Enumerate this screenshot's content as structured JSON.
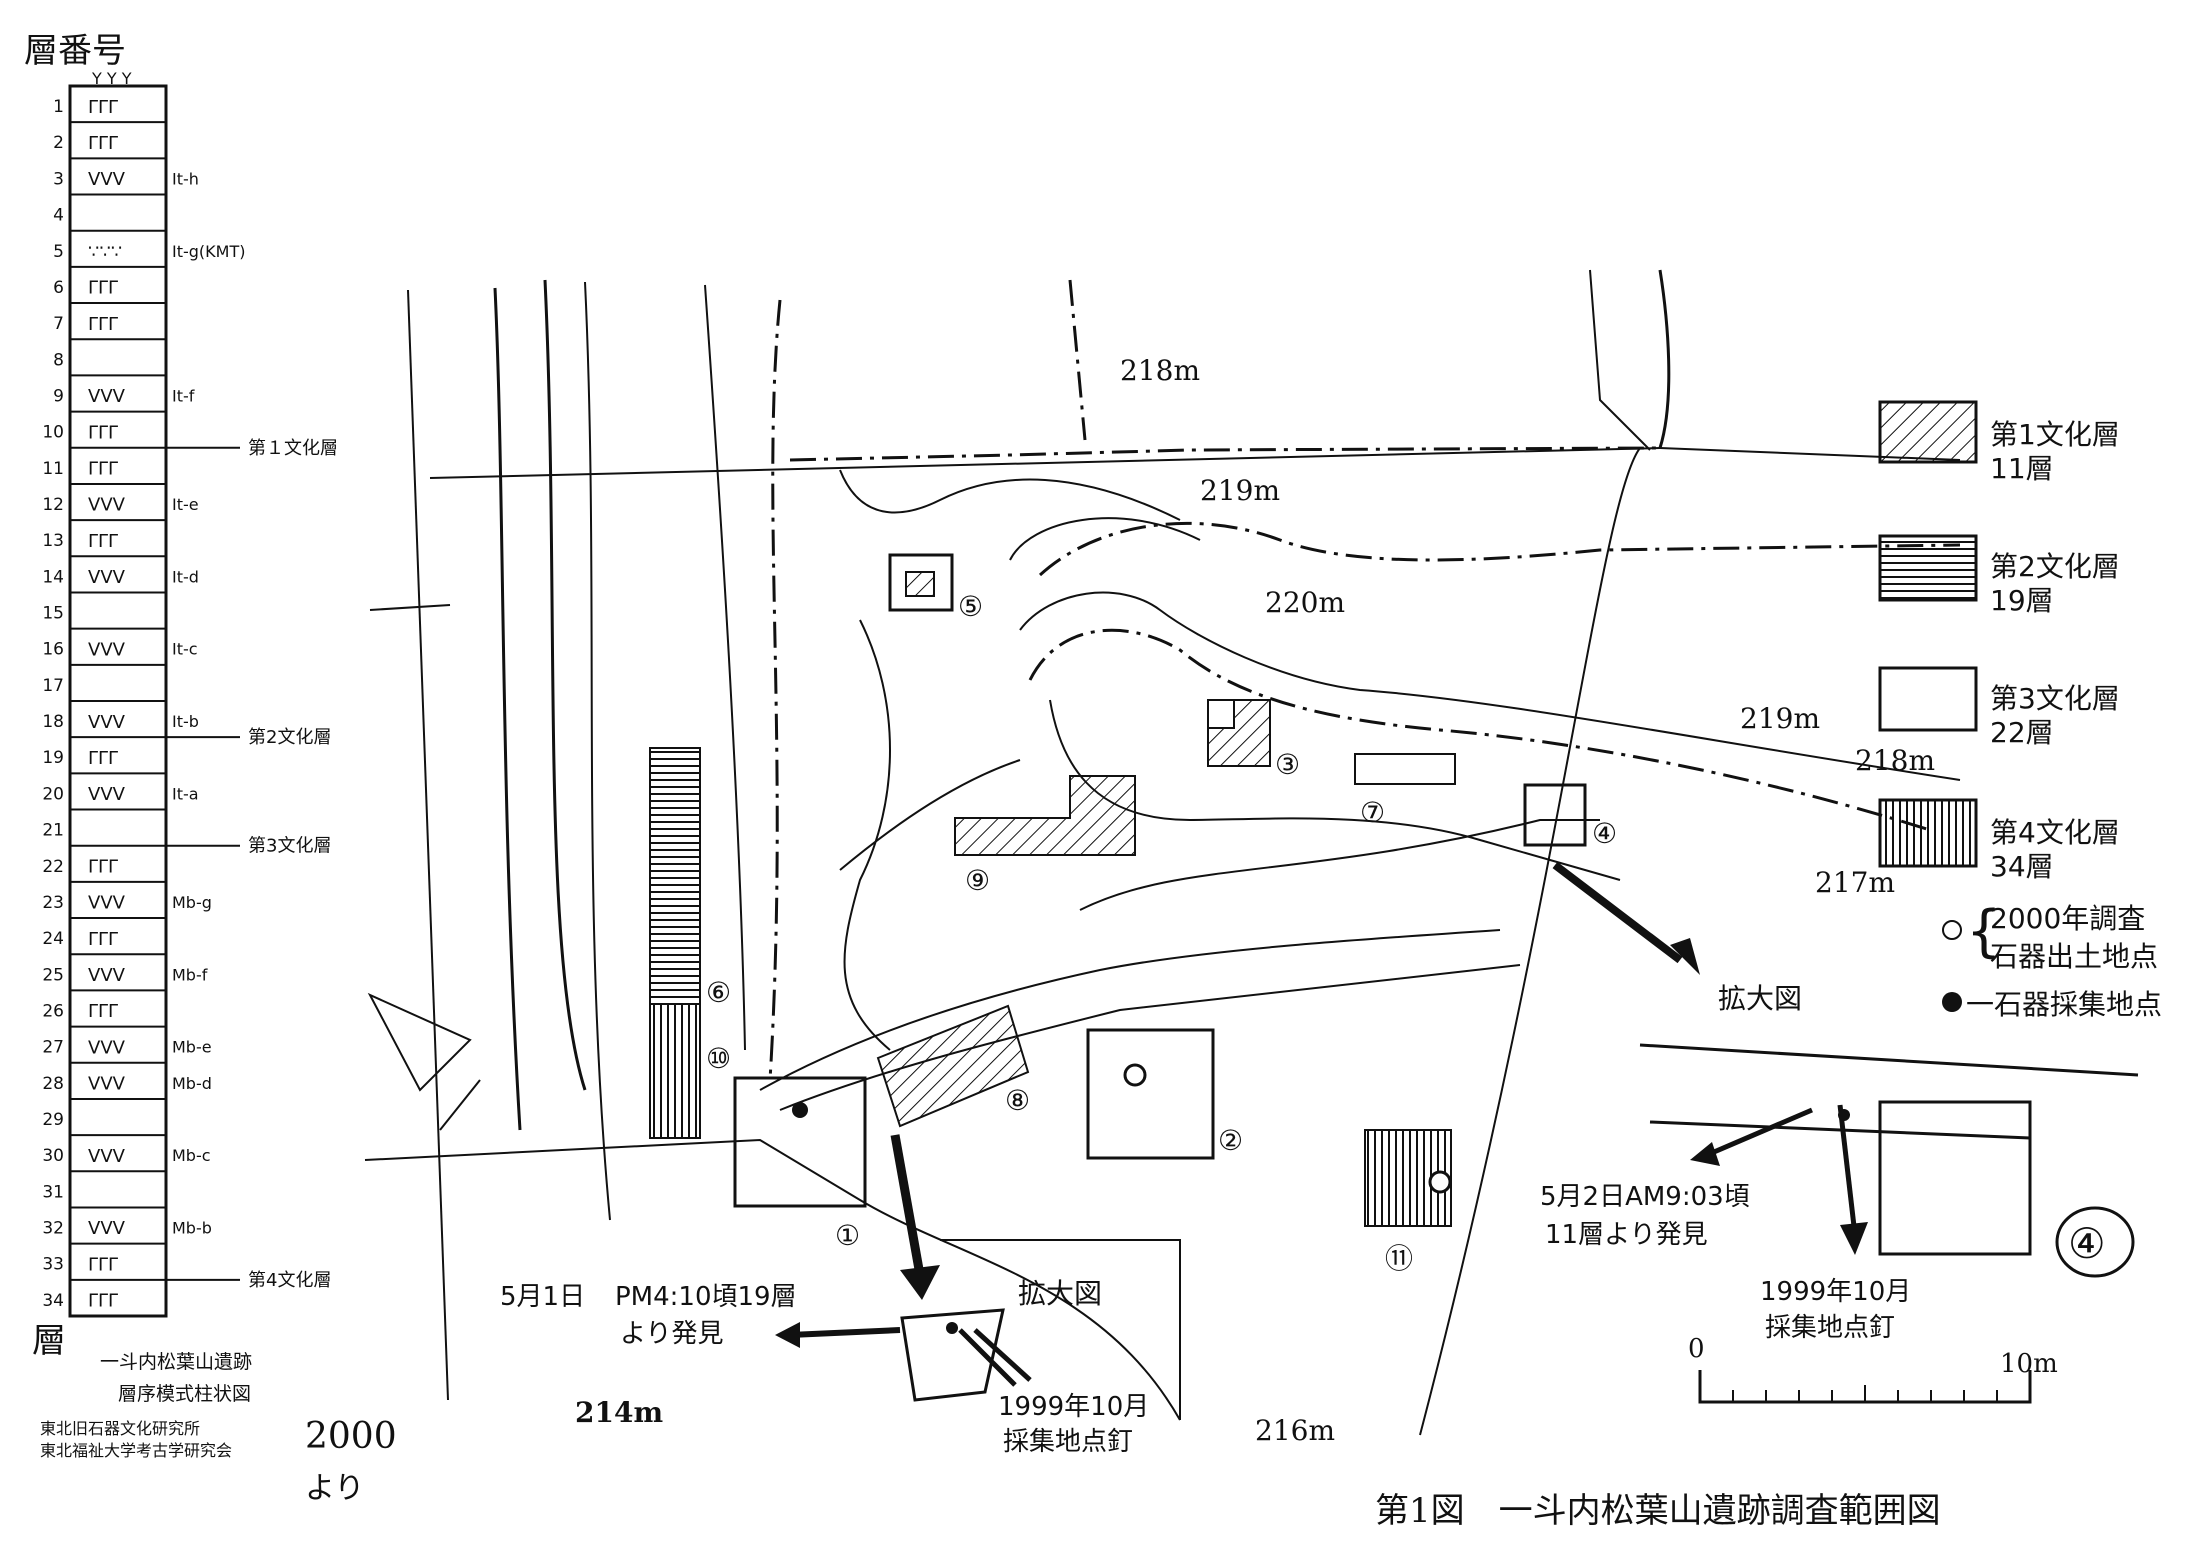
{
  "column": {
    "title": "層番号",
    "footer_char": "層",
    "caption_line1": "一斗内松葉山遺跡",
    "caption_line2": "層序模式柱状図",
    "source_line1": "東北旧石器文化研究所",
    "source_line2": "東北福祉大学考古学研究会",
    "source_year": "2000",
    "source_suffix": "より",
    "layers": [
      {
        "n": "1",
        "sym": "ΓΓΓ",
        "tag": ""
      },
      {
        "n": "2",
        "sym": "ΓΓΓ",
        "tag": ""
      },
      {
        "n": "3",
        "sym": "VVV",
        "tag": "It-h"
      },
      {
        "n": "4",
        "sym": "",
        "tag": ""
      },
      {
        "n": "5",
        "sym": "∵∵∵",
        "tag": "It-g(KMT)"
      },
      {
        "n": "6",
        "sym": "ΓΓΓ",
        "tag": ""
      },
      {
        "n": "7",
        "sym": "ΓΓΓ",
        "tag": ""
      },
      {
        "n": "8",
        "sym": "",
        "tag": ""
      },
      {
        "n": "9",
        "sym": "VVV",
        "tag": "It-f"
      },
      {
        "n": "10",
        "sym": "ΓΓΓ",
        "tag": ""
      },
      {
        "n": "11",
        "sym": "ΓΓΓ",
        "tag": ""
      },
      {
        "n": "12",
        "sym": "VVV",
        "tag": "It-e"
      },
      {
        "n": "13",
        "sym": "ΓΓΓ",
        "tag": ""
      },
      {
        "n": "14",
        "sym": "VVV",
        "tag": "It-d"
      },
      {
        "n": "15",
        "sym": "",
        "tag": ""
      },
      {
        "n": "16",
        "sym": "VVV",
        "tag": "It-c"
      },
      {
        "n": "17",
        "sym": "",
        "tag": ""
      },
      {
        "n": "18",
        "sym": "VVV",
        "tag": "It-b"
      },
      {
        "n": "19",
        "sym": "ΓΓΓ",
        "tag": ""
      },
      {
        "n": "20",
        "sym": "VVV",
        "tag": "It-a"
      },
      {
        "n": "21",
        "sym": "",
        "tag": ""
      },
      {
        "n": "22",
        "sym": "ΓΓΓ",
        "tag": ""
      },
      {
        "n": "23",
        "sym": "VVV",
        "tag": "Mb-g"
      },
      {
        "n": "24",
        "sym": "ΓΓΓ",
        "tag": ""
      },
      {
        "n": "25",
        "sym": "VVV",
        "tag": "Mb-f"
      },
      {
        "n": "26",
        "sym": "ΓΓΓ",
        "tag": ""
      },
      {
        "n": "27",
        "sym": "VVV",
        "tag": "Mb-e"
      },
      {
        "n": "28",
        "sym": "VVV",
        "tag": "Mb-d"
      },
      {
        "n": "29",
        "sym": "",
        "tag": ""
      },
      {
        "n": "30",
        "sym": "VVV",
        "tag": "Mb-c"
      },
      {
        "n": "31",
        "sym": "",
        "tag": ""
      },
      {
        "n": "32",
        "sym": "VVV",
        "tag": "Mb-b"
      },
      {
        "n": "33",
        "sym": "ΓΓΓ",
        "tag": ""
      },
      {
        "n": "34",
        "sym": "ΓΓΓ",
        "tag": ""
      }
    ],
    "culture_markers": [
      {
        "after_layer": "10",
        "label": "第１文化層"
      },
      {
        "after_layer": "18",
        "label": "第2文化層"
      },
      {
        "after_layer": "21",
        "label": "第3文化層"
      },
      {
        "after_layer": "33",
        "label": "第4文化層"
      }
    ]
  },
  "map": {
    "contours": {
      "c218_top": "218m",
      "c219_top": "219m",
      "c220": "220m",
      "c219_right": "219m",
      "c218_right": "218m",
      "c217": "217m",
      "c214": "214m",
      "c216": "216m"
    },
    "trenches": {
      "t1": "①",
      "t2": "②",
      "t3": "③",
      "t4": "④",
      "t5": "⑤",
      "t6": "⑥",
      "t7": "⑦",
      "t8": "⑧",
      "t9": "⑨",
      "t10": "⑩",
      "t11": "⑪"
    },
    "notes": {
      "note_left_1": "5月1日",
      "note_left_2": "PM4:10頃19層",
      "note_left_3": "より発見",
      "enlarge_left": "拡大図",
      "nail_left_1": "1999年10月",
      "nail_left_2": "採集地点釘",
      "enlarge_right": "拡大図",
      "note_right_1": "5月2日AM9:03頃",
      "note_right_2": "11層より発見",
      "nail_right_1": "1999年10月",
      "nail_right_2": "採集地点釘",
      "inset_label": "④"
    },
    "scale": {
      "zero": "0",
      "end": "10m"
    },
    "caption": "第1図　一斗内松葉山遺跡調査範囲図"
  },
  "legend": {
    "items": [
      {
        "line1": "第1文化層",
        "line2": "11層",
        "pattern": "diagonal"
      },
      {
        "line1": "第2文化層",
        "line2": "19層",
        "pattern": "horizontal"
      },
      {
        "line1": "第3文化層",
        "line2": "22層",
        "pattern": "blank"
      },
      {
        "line1": "第4文化層",
        "line2": "34層",
        "pattern": "vertical"
      }
    ],
    "open_circle_line1": "2000年調査",
    "open_circle_line2": "石器出土地点",
    "filled_circle_label": "一石器採集地点"
  }
}
